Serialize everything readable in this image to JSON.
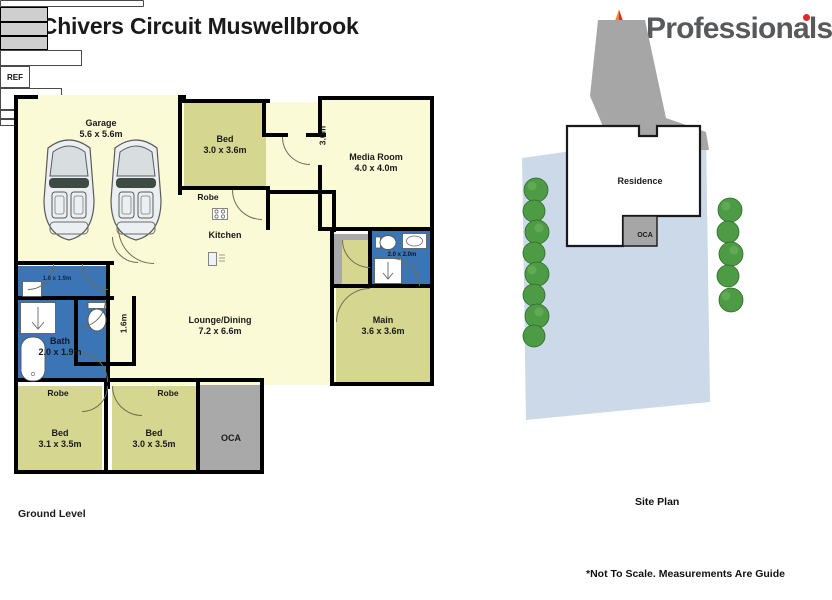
{
  "header": {
    "title": "4 Chivers Circuit  Muswellbrook",
    "logo_text": "Professionals",
    "logo_icon": "multicolor-star-icon"
  },
  "floor_plan": {
    "caption": "Ground Level",
    "rooms": [
      {
        "id": "garage",
        "name": "Garage",
        "dims": "5.6 x 5.6m",
        "fill": "cream"
      },
      {
        "id": "bed2",
        "name": "Bed",
        "dims": "3.0 x 3.6m",
        "fill": "olive"
      },
      {
        "id": "media",
        "name": "Media Room",
        "dims": "4.0 x 4.0m",
        "fill": "cream"
      },
      {
        "id": "kitchen",
        "name": "Kitchen",
        "dims": "",
        "fill": "cream"
      },
      {
        "id": "lounge",
        "name": "Lounge/Dining",
        "dims": "7.2 x 6.6m",
        "fill": "cream"
      },
      {
        "id": "main",
        "name": "Main",
        "dims": "3.6 x 3.6m",
        "fill": "olive"
      },
      {
        "id": "ensuite",
        "name": "",
        "dims": "2.0 x 2.0m",
        "fill": "blue"
      },
      {
        "id": "bath",
        "name": "Bath",
        "dims": "2.0 x 1.9m",
        "fill": "blue"
      },
      {
        "id": "laundry",
        "name": "",
        "dims": "1.6 x 1.9m",
        "fill": "blue"
      },
      {
        "id": "bed3",
        "name": "Bed",
        "dims": "3.1 x 3.5m",
        "fill": "olive"
      },
      {
        "id": "bed4",
        "name": "Bed",
        "dims": "3.0 x 3.5m",
        "fill": "olive"
      },
      {
        "id": "oca",
        "name": "OCA",
        "dims": "",
        "fill": "grey"
      }
    ],
    "fixtures": {
      "robe_label": "Robe",
      "fridge_label": "REF",
      "car_count": 2
    },
    "dimension_marks": [
      {
        "id": "hall-3m",
        "text": "3.0m"
      },
      {
        "id": "wc-1p6m",
        "text": "1.6m"
      }
    ]
  },
  "site_plan": {
    "caption": "Site Plan",
    "residence_label": "Residence",
    "oca_label": "OCA",
    "tree_count_left": 8,
    "tree_count_right": 5
  },
  "footnote": "*Not To Scale.  Measurements Are Guide",
  "colors": {
    "cream": "#fafad7",
    "olive": "#d5d790",
    "wet_area_blue": "#3b75b5",
    "grey": "#a9a9a9",
    "lot_blue": "#ccd9e8",
    "driveway_grey": "#a6a6a6",
    "tree_green": "#4e9b45",
    "wall_black": "#000000",
    "logo_grey": "#58595b",
    "logo_red": "#e3262a"
  }
}
